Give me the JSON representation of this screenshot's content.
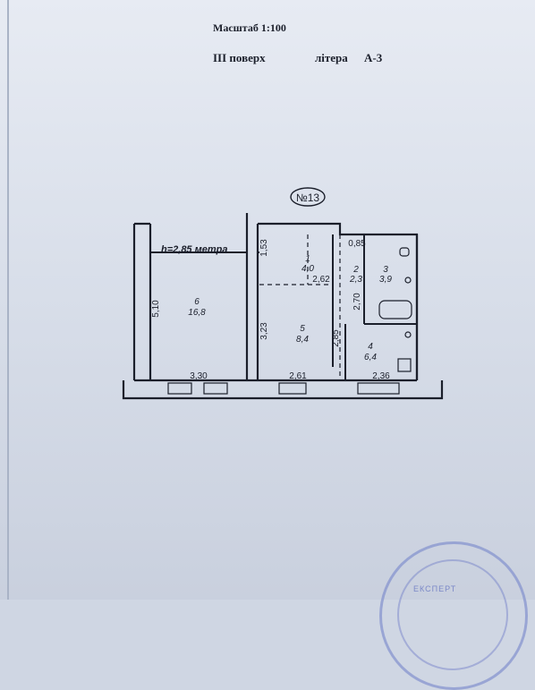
{
  "header": {
    "scale": "Масштаб 1:100",
    "floor": "ІІІ поверх",
    "letter_label": "літера",
    "letter_value": "А-3"
  },
  "plan": {
    "apartment_no": "№13",
    "ceiling_height": "h=2,85 метра",
    "rooms": [
      {
        "num": "1",
        "area": "4,0"
      },
      {
        "num": "2",
        "area": "2,3"
      },
      {
        "num": "3",
        "area": "3,9"
      },
      {
        "num": "4",
        "area": "6,4"
      },
      {
        "num": "5",
        "area": "8,4"
      },
      {
        "num": "6",
        "area": "16,8"
      }
    ],
    "dimensions": {
      "d_1_53": "1,53",
      "d_0_85": "0,85",
      "d_2_62": "2,62",
      "d_2_70": "2,70",
      "d_5_10": "5,10",
      "d_3_23": "3,23",
      "d_2_85": "2,85",
      "d_3_30": "3,30",
      "d_2_61": "2,61",
      "d_2_36": "2,36"
    }
  },
  "stamp_text": "ЕКСПЕРТ",
  "colors": {
    "ink": "#1b1f2b",
    "paper": "#e7ebf3",
    "stamp": "#6e7dc8"
  }
}
